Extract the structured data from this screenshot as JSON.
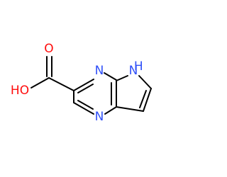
{
  "molecule": {
    "atoms": {
      "hydroxyl": {
        "text": "HO",
        "color": "#ff0d0d"
      },
      "carbonyl_oxygen": {
        "text": "O",
        "color": "#ff0d0d"
      },
      "pyrazine_n_top": {
        "text": "N",
        "color": "#3050f8"
      },
      "pyrazine_n_bottom": {
        "text": "N",
        "color": "#3050f8"
      },
      "pyrrole_nh": {
        "text": "H\nN",
        "color": "#3050f8"
      }
    },
    "bond_color": "#000000"
  }
}
